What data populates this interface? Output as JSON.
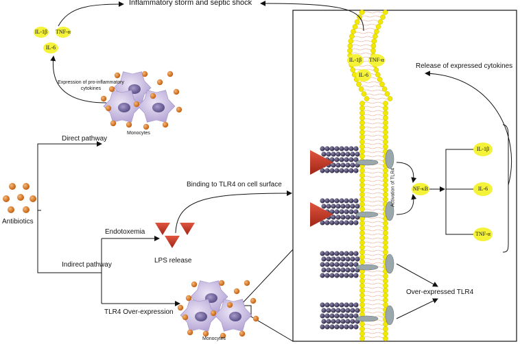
{
  "labels": {
    "storm": "Inflammatory storm and septic shock",
    "expression_line1": "Expression of pro-inflammatory",
    "expression_line2": "cytokines",
    "monocytes_top": "Monocytes",
    "direct": "Direct pathway",
    "antibiotics": "Antibiotics",
    "indirect": "Indirect pathway",
    "endotoxemia": "Endotoxemia",
    "lps_release": "LPS release",
    "binding": "Binding to TLR4 on cell surface",
    "tlr4_over": "TLR4 Over-expression",
    "monocytes_bottom": "Monocytes",
    "release": "Release of expressed cytokines",
    "activation": "Activation of TLR4",
    "nfkb": "NF-κB",
    "over_expressed": "Over-expressed TLR4"
  },
  "cytokines": {
    "il1b": "IL-1β",
    "tnfa": "TNF-α",
    "il6": "IL-6"
  },
  "colors": {
    "bead": "#e07a1f",
    "cell": "#c9bde3",
    "nucleus": "#7a6ea8",
    "cytokine": "#f5f23a",
    "lps": "#c0392b",
    "receptor_bead": "#4a4466",
    "membrane_head": "#f2e800",
    "receptor": "#9aa7ab"
  }
}
